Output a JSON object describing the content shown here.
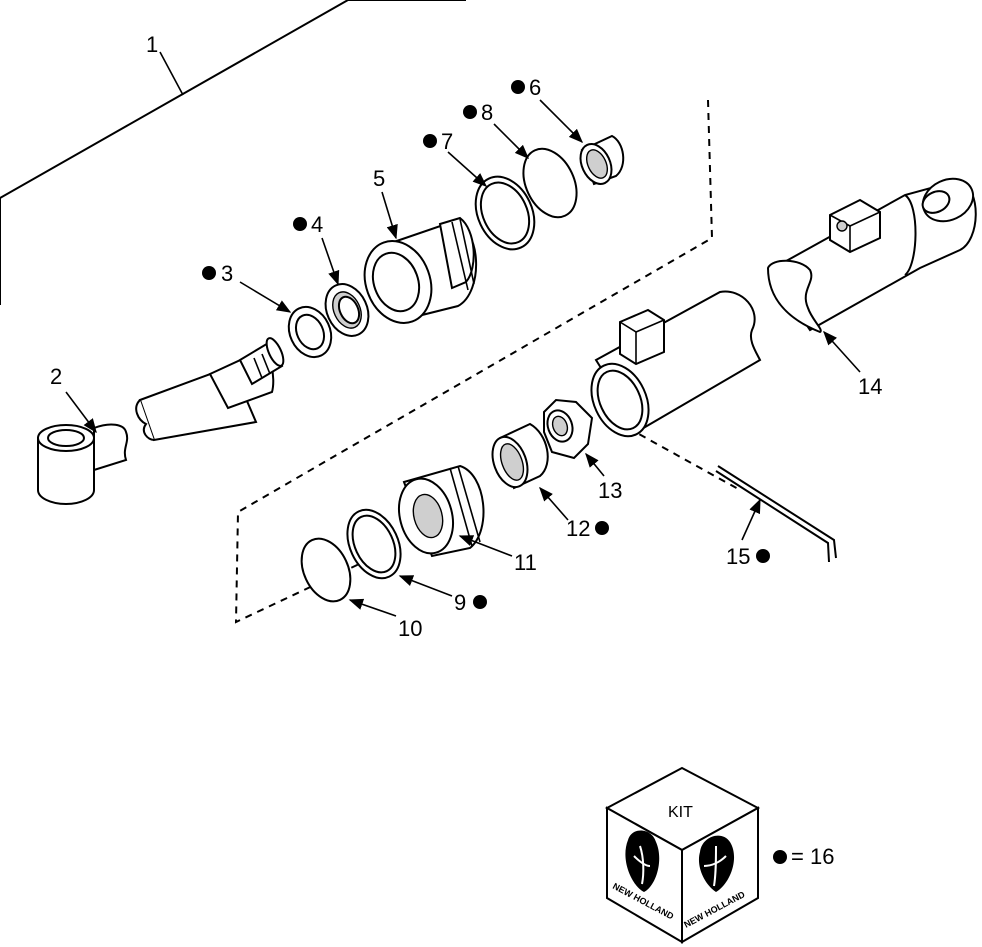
{
  "callouts": {
    "c1": "1",
    "c2": "2",
    "c3": "3",
    "c4": "4",
    "c5": "5",
    "c6": "6",
    "c7": "7",
    "c8": "8",
    "c9": "9",
    "c10": "10",
    "c11": "11",
    "c12": "12",
    "c13": "13",
    "c14": "14",
    "c15": "15"
  },
  "kit_box": {
    "label": "KIT",
    "brand_left": "NEW HOLLAND",
    "brand_right": "NEW HOLLAND",
    "legend": "= 16"
  },
  "colors": {
    "ink": "#000000",
    "paper": "#ffffff",
    "shade": "#cfcfcf"
  },
  "icons": {
    "kit_marker": "filled-circle",
    "brand_logo": "new-holland-leaf"
  }
}
